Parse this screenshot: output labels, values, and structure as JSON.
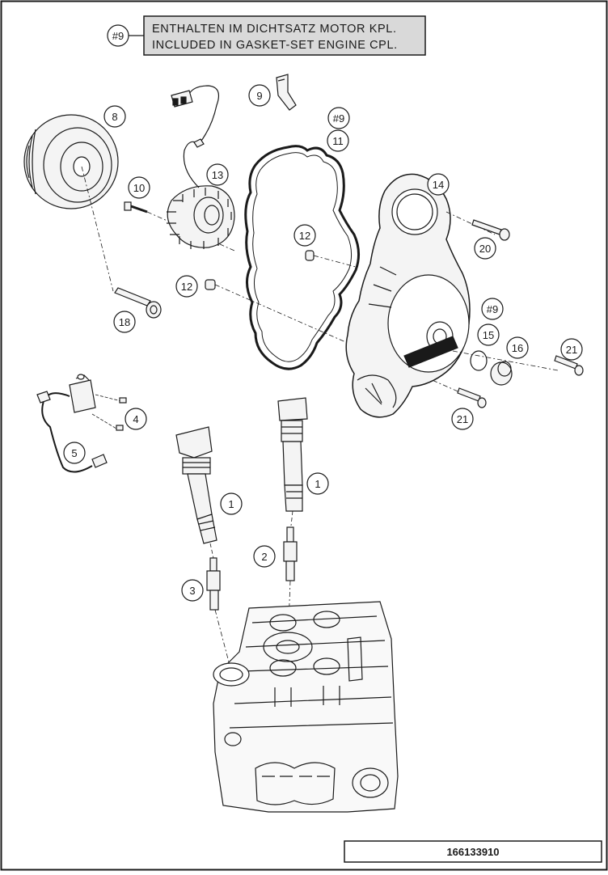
{
  "note": {
    "ref": "#9",
    "line_de": "ENTHALTEN IM DICHTSATZ MOTOR KPL.",
    "line_en": "INCLUDED IN GASKET-SET ENGINE CPL."
  },
  "callouts": [
    {
      "id": "c8",
      "label": "8"
    },
    {
      "id": "c9",
      "label": "9"
    },
    {
      "id": "c9gasket",
      "label": "#9"
    },
    {
      "id": "c11",
      "label": "11"
    },
    {
      "id": "c10",
      "label": "10"
    },
    {
      "id": "c13",
      "label": "13"
    },
    {
      "id": "c14",
      "label": "14"
    },
    {
      "id": "c12a",
      "label": "12"
    },
    {
      "id": "c12b",
      "label": "12"
    },
    {
      "id": "c20",
      "label": "20"
    },
    {
      "id": "c18",
      "label": "18"
    },
    {
      "id": "c9cover",
      "label": "#9"
    },
    {
      "id": "c15",
      "label": "15"
    },
    {
      "id": "c16",
      "label": "16"
    },
    {
      "id": "c21a",
      "label": "21"
    },
    {
      "id": "c21b",
      "label": "21"
    },
    {
      "id": "c4",
      "label": "4"
    },
    {
      "id": "c5",
      "label": "5"
    },
    {
      "id": "c1a",
      "label": "1"
    },
    {
      "id": "c1b",
      "label": "1"
    },
    {
      "id": "c2",
      "label": "2"
    },
    {
      "id": "c3",
      "label": "3"
    }
  ],
  "drawing_number": "166133910",
  "colors": {
    "line": "#1a1a1a",
    "note_bg": "#d9d9d9",
    "part_fill": "#f4f4f4"
  }
}
